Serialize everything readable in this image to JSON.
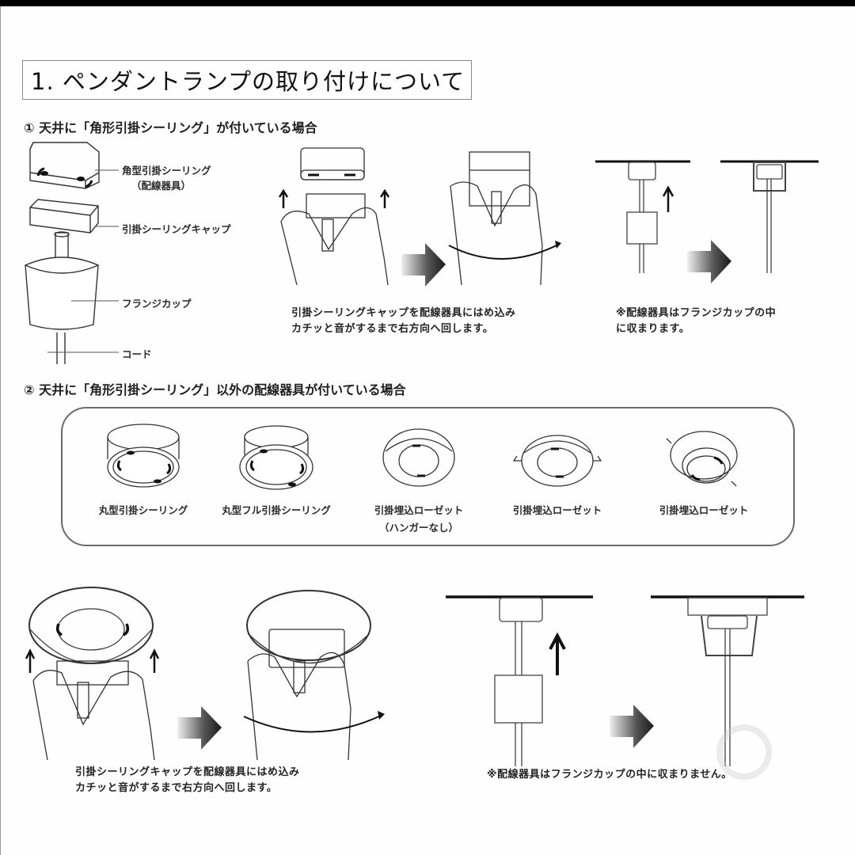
{
  "title": "1. ペンダントランプの取り付けについて",
  "section1": {
    "heading": "① 天井に「角形引掛シーリング」が付いている場合",
    "parts": [
      {
        "label": "角型引掛シーリング",
        "sub": "（配線器具）"
      },
      {
        "label": "引掛シーリングキャップ"
      },
      {
        "label": "フランジカップ"
      },
      {
        "label": "コード"
      }
    ],
    "step_caption": [
      "引掛シーリングキャップを配線器具にはめ込み",
      "カチッと音がするまで右方向へ回します。"
    ],
    "note": [
      "※配線器具はフランジカップの中",
      "に収まります。"
    ]
  },
  "section2": {
    "heading": "②  天井に「角形引掛シーリング」以外の配線器具が付いている場合",
    "fixtures": [
      {
        "label": "丸型引掛シーリング",
        "sub": ""
      },
      {
        "label": "丸型フル引掛シーリング",
        "sub": ""
      },
      {
        "label": "引掛埋込ローゼット",
        "sub": "（ハンガーなし）"
      },
      {
        "label": "引掛埋込ローゼット",
        "sub": ""
      },
      {
        "label": "引掛埋込ローゼット",
        "sub": ""
      }
    ],
    "step_caption": [
      "引掛シーリングキャップを配線器具にはめ込み",
      "カチッと音がするまで右方向へ回します。"
    ],
    "note": "※配線器具はフランジカップの中に収まりません。"
  },
  "icons": [
    "up-arrow-icon",
    "right-arrow-icon",
    "rotate-clockwise-icon"
  ],
  "colors": {
    "ink": "#1a1a1a",
    "line": "#555555",
    "arrow_dark": "#222222",
    "arrow_light": "#e0e0e0"
  }
}
